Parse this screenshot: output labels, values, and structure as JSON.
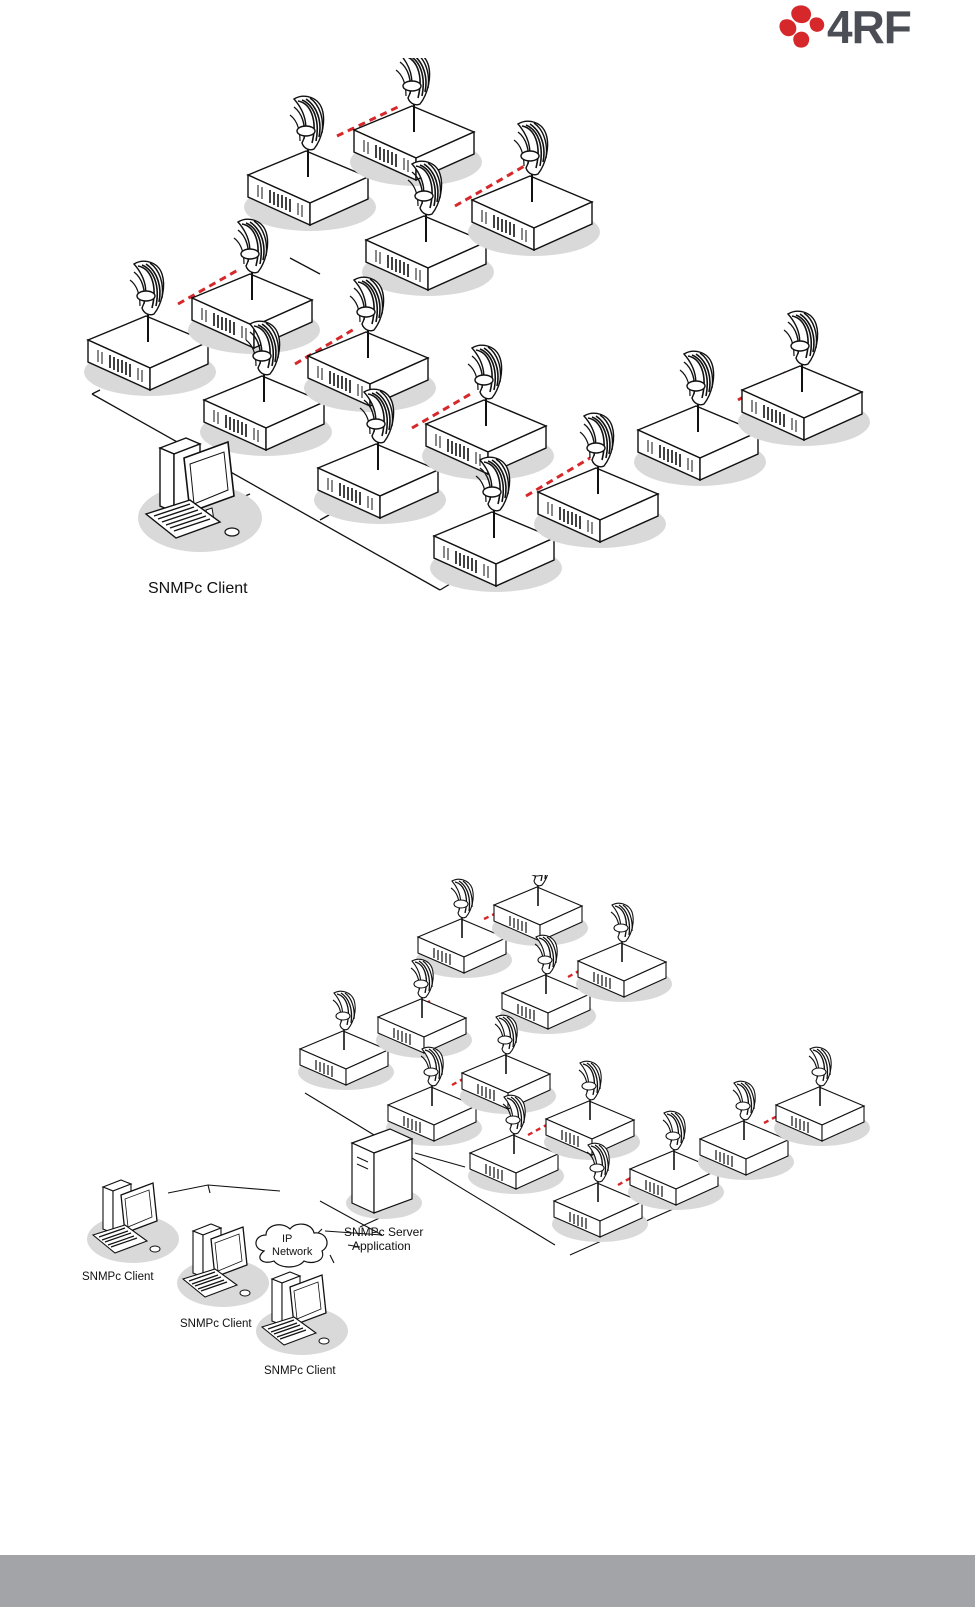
{
  "header": {
    "brand_name": "4RF",
    "brand_color": "#d6282b",
    "brand_text_color": "#4b4f55"
  },
  "diagram_1": {
    "client_label": "SNMPc Client",
    "link_color": "#d6282b"
  },
  "diagram_2": {
    "cloud_label_line1": "IP",
    "cloud_label_line2": "Network",
    "server_label_line1": "SNMPc Server",
    "server_label_line2": "Application",
    "client_labels": [
      "SNMPc Client",
      "SNMPc Client",
      "SNMPc Client"
    ],
    "link_color": "#d6282b"
  },
  "footer": {
    "bar_color": "#a2a4a7"
  }
}
